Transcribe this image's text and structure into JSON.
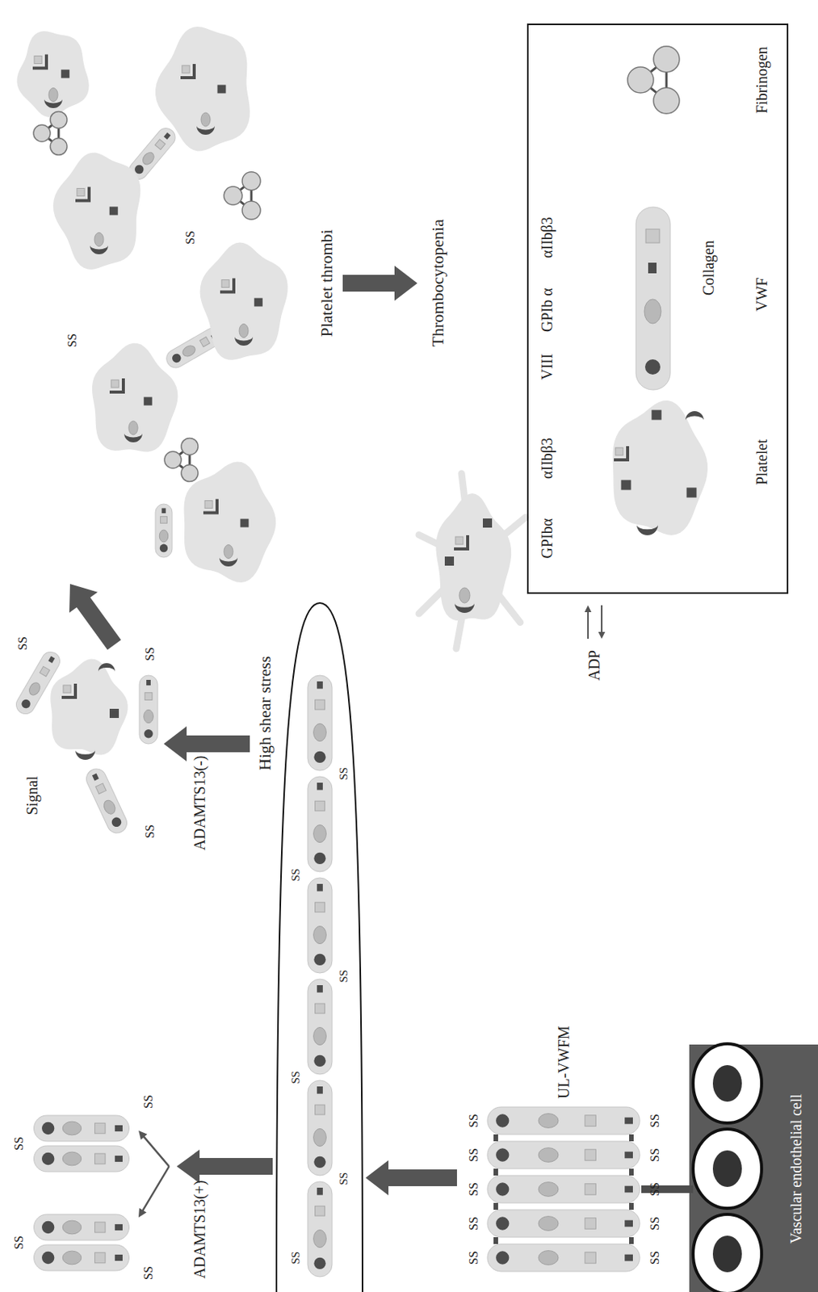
{
  "diagram": {
    "nodes": [
      {
        "text": [
          "Vascular endothelial cell"
        ]
      },
      {
        "text": [
          "UL-VWFM"
        ]
      },
      {
        "text": [
          "High shear stress"
        ]
      },
      {
        "text": [
          "Signal"
        ]
      },
      {
        "text": [
          "Platelet thrombi"
        ]
      }
    ],
    "edges": [
      {
        "from": 1,
        "to": 2,
        "arrow": "to"
      },
      {
        "from": 2,
        "to": 3,
        "arrow": "to"
      },
      {
        "from": 3,
        "to": 4,
        "arrow": "to"
      }
    ],
    "labels": [
      "SS",
      "SS",
      "SS",
      "SS",
      "ADAMTS13(+)",
      "SS",
      "SS",
      "SS",
      "SS",
      "SS",
      "SS",
      "ADAMTS13(-)",
      "SS",
      "SS",
      "SS",
      "SS",
      "SS",
      "SS",
      "SS",
      "SS",
      "SS",
      "SS",
      "SS",
      "SS",
      "SS",
      "SS",
      "SS",
      "ADP",
      "Thrombocytopenia"
    ],
    "legend": [
      {
        "text": "GPIbα"
      },
      {
        "text": "αIIbβ3"
      },
      {
        "text": "VIII"
      },
      {
        "text": "GPIb α"
      },
      {
        "text": "αIIbβ3"
      },
      {
        "text": "Collagen"
      },
      {
        "text": "Platelet"
      },
      {
        "text": "VWF"
      },
      {
        "text": "Fibrinogen"
      }
    ]
  }
}
